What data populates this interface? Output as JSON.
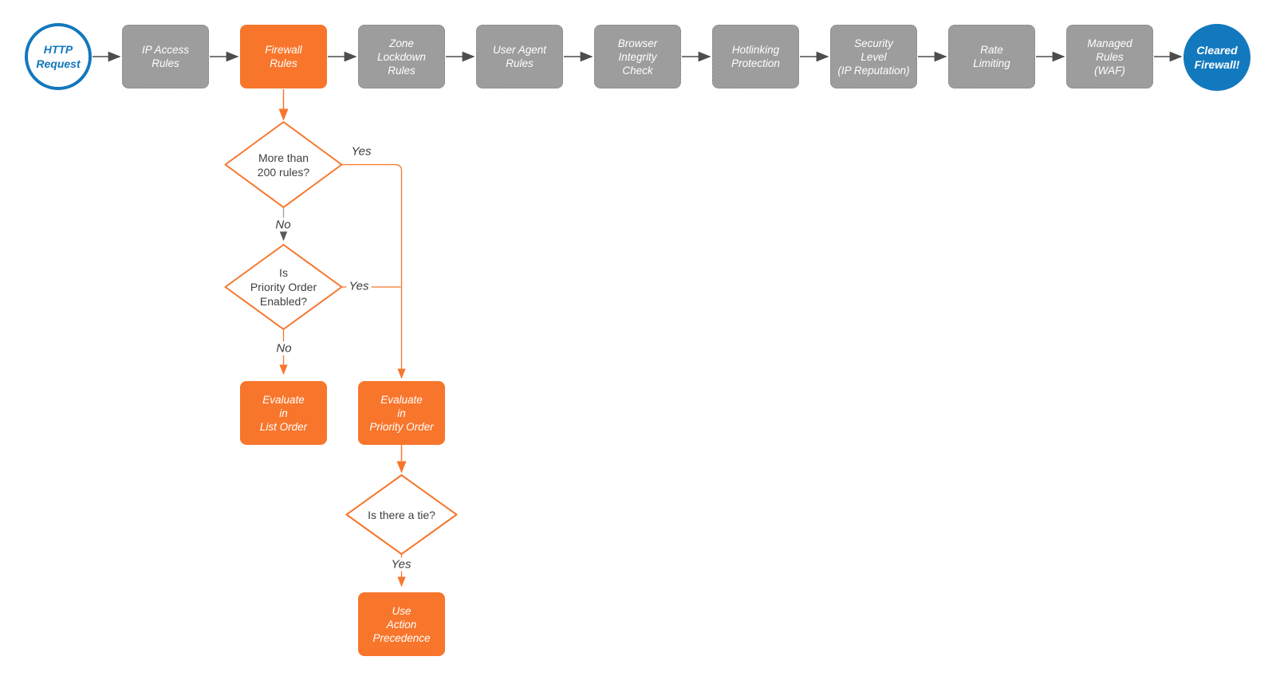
{
  "title": "HTTP request firewall evaluation flowchart",
  "colors": {
    "orange": "#F7762C",
    "gray_fill": "#9D9D9D",
    "blue": "#1277BD",
    "connector_gray": "#4D4D4D",
    "white": "#FFFFFF"
  },
  "flow": {
    "start_label": "HTTP\nRequest",
    "stages": [
      {
        "label": "IP Access\nRules",
        "style": "gray"
      },
      {
        "label": "Firewall\nRules",
        "style": "orange"
      },
      {
        "label": "Zone\nLockdown\nRules",
        "style": "gray"
      },
      {
        "label": "User Agent\nRules",
        "style": "gray"
      },
      {
        "label": "Browser\nIntegrity\nCheck",
        "style": "gray"
      },
      {
        "label": "Hotlinking\nProtection",
        "style": "gray"
      },
      {
        "label": "Security\nLevel\n(IP Reputation)",
        "style": "gray"
      },
      {
        "label": "Rate\nLimiting",
        "style": "gray"
      },
      {
        "label": "Managed\nRules\n(WAF)",
        "style": "gray"
      }
    ],
    "end_label": "Cleared\nFirewall!"
  },
  "decisions": {
    "more_than_200": {
      "question": "More than\n200 rules?",
      "yes_label": "Yes",
      "no_label": "No"
    },
    "priority_enabled": {
      "question": "Is\nPriority Order\nEnabled?",
      "yes_label": "Yes",
      "no_label": "No"
    },
    "tie": {
      "question": "Is there a tie?",
      "yes_label": "Yes"
    }
  },
  "actions": {
    "evaluate_list": "Evaluate\nin\nList Order",
    "evaluate_priority": "Evaluate\nin\nPriority Order",
    "use_action_precedence": "Use\nAction\nPrecedence"
  }
}
